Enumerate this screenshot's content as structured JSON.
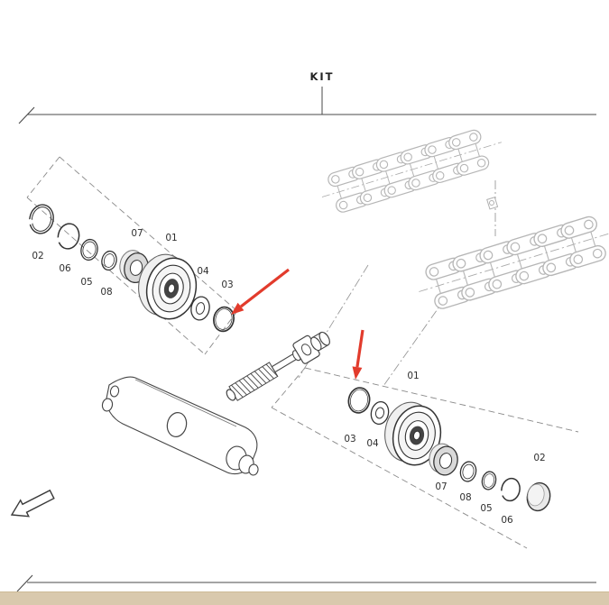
{
  "diagram": {
    "kit_label": "KIT",
    "parts_left": [
      "02",
      "06",
      "05",
      "08",
      "07",
      "01",
      "04",
      "03"
    ],
    "parts_right": [
      "03",
      "04",
      "01",
      "07",
      "08",
      "05",
      "06",
      "02"
    ],
    "colors": {
      "line": "#3a3a3a",
      "chain_line": "#b6b6b6",
      "arrow_red": "#e23b2c",
      "footer_strip": "#d9c9ad"
    }
  }
}
